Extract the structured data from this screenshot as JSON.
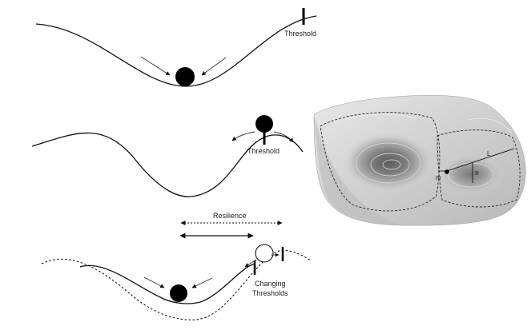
{
  "panel_top": {
    "threshold_label": "Threshold"
  },
  "panel_middle": {
    "threshold_label": "Threshold"
  },
  "panel_bottom": {
    "resilience_label": "Resilience",
    "changing_thresholds_label_line1": "Changing",
    "changing_thresholds_label_line2": "Thresholds"
  },
  "landscape": {
    "length_label": "L",
    "resistance_label": "R",
    "precariousness_label": "Pr"
  },
  "colors": {
    "ink": "#111111",
    "surface_light": "#e6e6e6",
    "surface_mid": "#bdbdbd",
    "surface_dark": "#6e6e6e"
  }
}
